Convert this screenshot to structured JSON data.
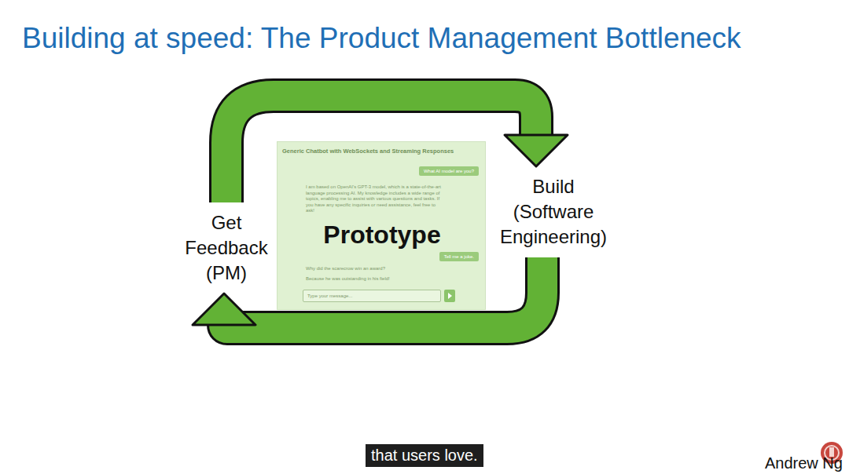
{
  "diagram": {
    "title": "Building at speed: The Product Management Bottleneck",
    "caption": "that users love.",
    "nodes": [
      {
        "text": [
          "Get Feedback (PM)"
        ]
      },
      {
        "text": [
          "Generic Chatbot with WebSockets and Streaming Responses",
          "What AI model are you?",
          "I am based on OpenAI's GPT-3 model, which is a state-of-the-art language processing AI. My knowledge includes a wide range of topics, enabling me to assist with various questions and tasks. If you have any specific inquiries or need assistance, feel free to ask!",
          "Prototype",
          "Tell me a joke.",
          "Why did the scarecrow win an award?",
          "Because he was outstanding in his field!",
          "Type your message..."
        ]
      },
      {
        "text": [
          "Build (Software Engineering)"
        ]
      }
    ],
    "edges": [
      {
        "from": 0,
        "to": 2,
        "arrow": "to"
      },
      {
        "from": 2,
        "to": 0,
        "arrow": "to"
      }
    ],
    "labels": [
      "Andrew Ng"
    ]
  }
}
